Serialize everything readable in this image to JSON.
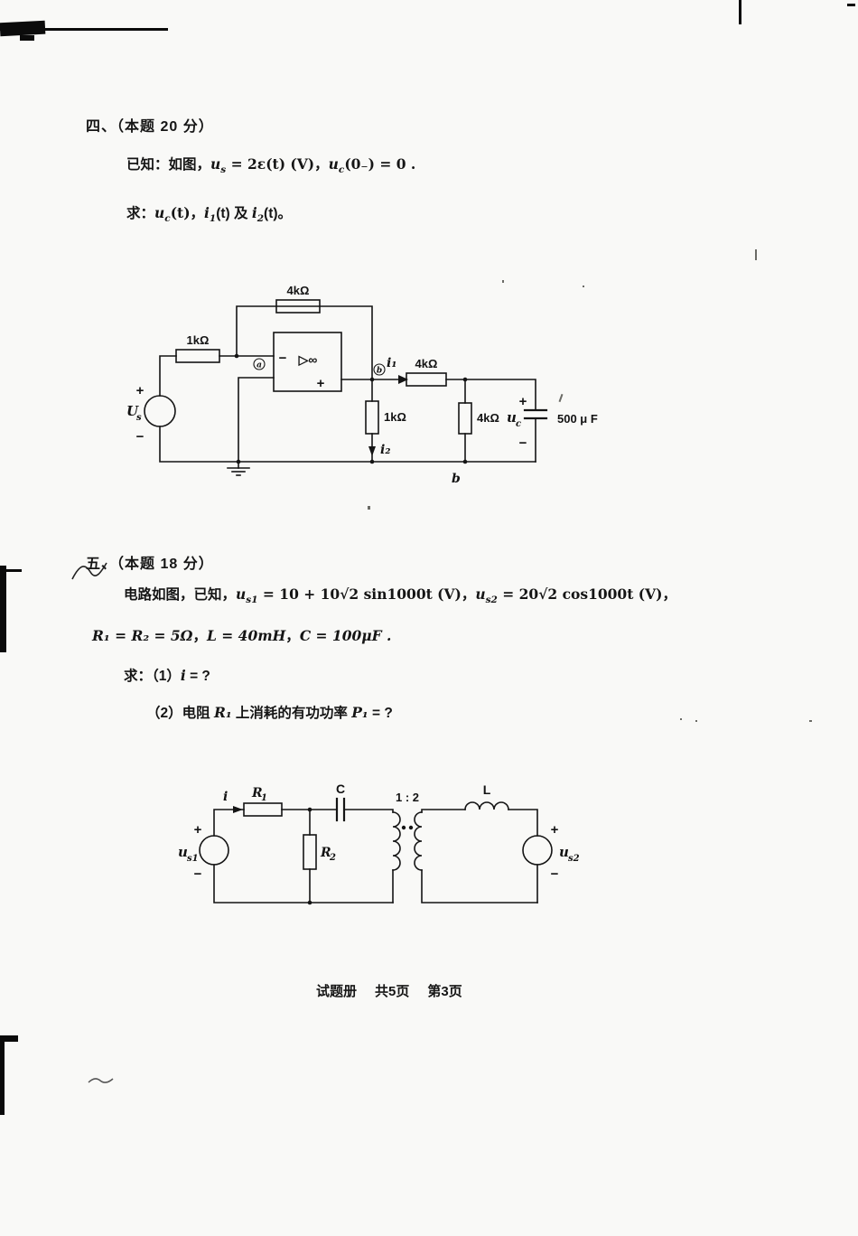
{
  "doc": {
    "p4": {
      "heading": "四、（本题 20 分）",
      "known_pre": "已知：如图，",
      "known_us": "u",
      "known_us_sub": "s",
      "known_mid": " = 2ε(t) (V)，",
      "known_uc": "u",
      "known_uc_sub": "c",
      "known_post": "(0₋) = 0 .",
      "find_pre": "求：",
      "find_uc": "u",
      "find_uc_sub": "c",
      "find_mid": "(t)，",
      "find_i1": "i",
      "find_i1_sub": "1",
      "find_mid2": "(t) 及 ",
      "find_i2": "i",
      "find_i2_sub": "2",
      "find_post": "(t)。"
    },
    "p5": {
      "heading": "五、（本题 18 分）",
      "l1_pre": "电路如图，已知，",
      "l1_us1": "u",
      "l1_us1_sub": "s1",
      "l1_eq1": " = 10 + 10√2 sin1000t (V)，",
      "l1_us2": "u",
      "l1_us2_sub": "s2",
      "l1_eq2": " = 20√2 cos1000t (V)，",
      "l2_r": "R₁ = R₂ = 5Ω",
      "l2_sep1": "，",
      "l2_l": "L = 40mH",
      "l2_sep2": "，",
      "l2_c": "C = 100μF .",
      "l3_pre": "求：（1）",
      "l3_i": "i",
      "l3_post": " = ?",
      "l4_pre": "（2）电阻 ",
      "l4_r1": "R₁",
      "l4_mid": " 上消耗的有功功率 ",
      "l4_p1": "P₁",
      "l4_post": " = ?"
    },
    "footer": {
      "book": "试题册",
      "total": "共5页",
      "page": "第3页"
    }
  },
  "c1": {
    "r_feedback": "4kΩ",
    "r_input": "1kΩ",
    "opamp_minus": "−",
    "opamp_symbol": "▷∞",
    "opamp_plus": "+",
    "node_a": "a",
    "node_b": "b",
    "i1": "i₁",
    "r_series": "4kΩ",
    "r_shunt1k": "1kΩ",
    "i2": "i₂",
    "r_shunt4k": "4kΩ",
    "uc_u": "u",
    "uc_sub": "c",
    "cap_plus": "+",
    "cap_minus": "−",
    "cap_value": "500 μ F",
    "src_u": "U",
    "src_sub": "s",
    "src_plus": "+",
    "src_minus": "−",
    "bottom_node": "b"
  },
  "c2": {
    "i": "i",
    "r1": "R",
    "r1_sub": "1",
    "cap": "C",
    "r2": "R",
    "r2_sub": "2",
    "ratio": "1 : 2",
    "ind": "L",
    "us1_u": "u",
    "us1_sub": "s1",
    "us2_u": "u",
    "us2_sub": "s2",
    "src1_plus": "+",
    "src1_minus": "−",
    "src2_plus": "+",
    "src2_minus": "−"
  }
}
